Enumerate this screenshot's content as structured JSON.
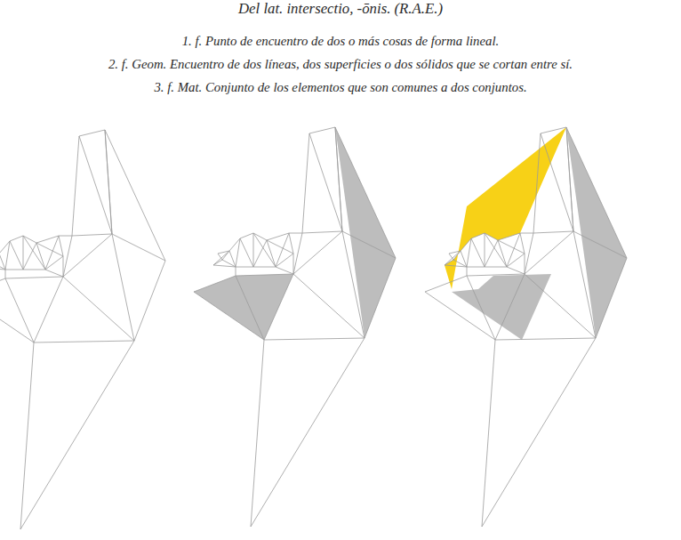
{
  "diagram": {
    "labels": [
      "Del lat. intersectio, -ōnis. (R.A.E.)",
      "1. f. Punto de encuentro de dos o más cosas de forma lineal.",
      "2. f. Geom. Encuentro de dos líneas, dos superficies o dos sólidos que se cortan entre sí.",
      "3. f. Mat. Conjunto de los elementos que son comunes a dos conjuntos."
    ]
  }
}
